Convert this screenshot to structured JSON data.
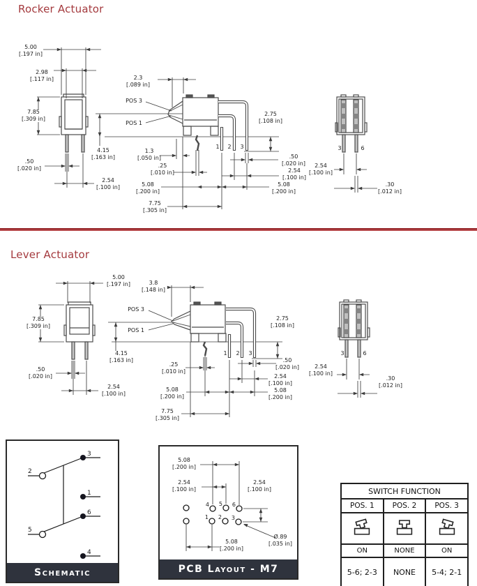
{
  "rocker": {
    "title": "Rocker Actuator",
    "front": {
      "width": "5.00\n[.197 in]",
      "inner_width": "2.98\n[.117 in]",
      "height": "7.85\n[.309 in]",
      "pin_width": ".50\n[.020 in]",
      "pin_pitch": "2.54\n[.100 in]"
    },
    "side": {
      "travel": "2.3\n[.089 in]",
      "pos3": "POS 3",
      "pos1": "POS 1",
      "body_height": "4.15\n[.163 in]",
      "offset": "1.3\n[.050 in]",
      "pin_thickness": ".25\n[.010 in]",
      "pin_length": "2.75\n[.108 in]",
      "pin_width": ".50\n[.020 in]",
      "pin_pitch": "2.54\n[.100 in]",
      "span_right": "5.08\n[.200 in]",
      "span_left": "5.08\n[.200 in]",
      "total_span": "7.75\n[.305 in]",
      "pin1": "1",
      "pin2": "2",
      "pin3": "3"
    },
    "rear": {
      "pin_pitch": "2.54\n[.100 in]",
      "pin_thickness": ".30\n[.012 in]",
      "pin3": "3",
      "pin6": "6"
    }
  },
  "lever": {
    "title": "Lever Actuator",
    "front": {
      "width": "5.00\n[.197 in]",
      "height": "7.85\n[.309 in]",
      "pin_width": ".50\n[.020 in]",
      "pin_pitch": "2.54\n[.100 in]"
    },
    "side": {
      "travel": "3.8\n[.148 in]",
      "pos3": "POS 3",
      "pos1": "POS 1",
      "body_height": "4.15\n[.163 in]",
      "pin_thickness": ".25\n[.010 in]",
      "pin_length": "2.75\n[.108 in]",
      "pin_width": ".50\n[.020 in]",
      "pin_pitch": "2.54\n[.100 in]",
      "span_right": "5.08\n[.200 in]",
      "span_left": "5.08\n[.200 in]",
      "total_span": "7.75\n[.305 in]",
      "pin1": "1",
      "pin2": "2",
      "pin3": "3"
    },
    "rear": {
      "pin_pitch": "2.54\n[.100 in]",
      "pin_thickness": ".30\n[.012 in]",
      "pin3": "3",
      "pin6": "6"
    }
  },
  "schematic": {
    "footer": "Schematic",
    "pins": {
      "p1": "1",
      "p2": "2",
      "p3": "3",
      "p4": "4",
      "p5": "5",
      "p6": "6"
    }
  },
  "pcb": {
    "footer": "PCB Layout - M7",
    "dim_top": "5.08\n[.200 in]",
    "dim_pitch": "2.54\n[.100 in]",
    "dim_right": "2.54\n[.100 in]",
    "dim_bottom": "5.08\n[.200 in]",
    "hole_dia": "Ø.89\n[.035 in]",
    "holes": {
      "h1": "1",
      "h2": "2",
      "h3": "3",
      "h4": "4",
      "h5": "5",
      "h6": "6"
    }
  },
  "function_table": {
    "title": "SWITCH FUNCTION",
    "positions": [
      "POS. 1",
      "POS. 2",
      "POS. 3"
    ],
    "states": [
      "ON",
      "NONE",
      "ON"
    ],
    "connections": [
      "5-6; 2-3",
      "NONE",
      "5-4; 2-1"
    ]
  },
  "colors": {
    "accent": "#a43a3e",
    "footer_bg": "#2f333d"
  }
}
